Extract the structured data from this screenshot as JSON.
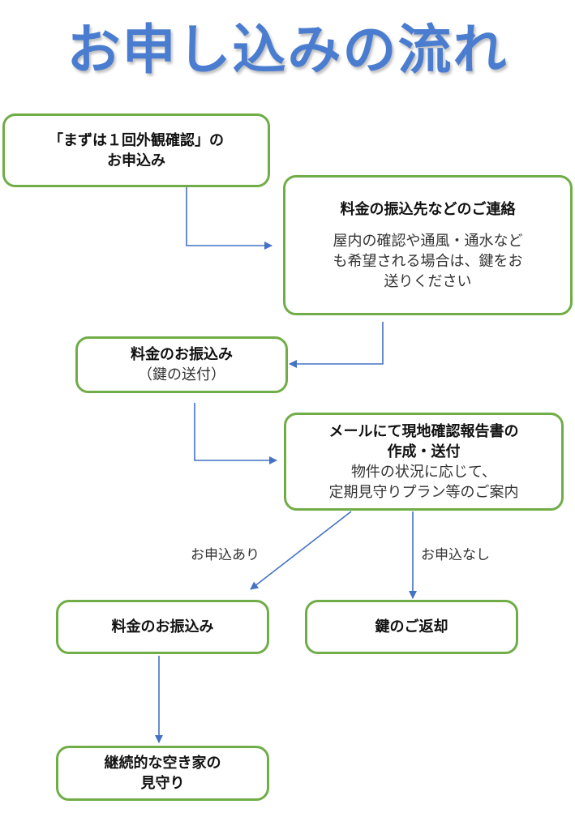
{
  "title": "お申し込みの流れ",
  "boxes": {
    "apply": {
      "line1": "「まずは１回外観確認」の",
      "line2": "お申込み"
    },
    "contact": {
      "heading": "料金の振込先などのご連絡",
      "note1": "屋内の確認や通風・通水など",
      "note2": "も希望される場合は、鍵をお",
      "note3": "送りください"
    },
    "payment": {
      "heading": "料金のお振込み",
      "sub": "（鍵の送付）"
    },
    "report": {
      "heading1": "メールにて現地確認報告書の",
      "heading2": "作成・送付",
      "note1": "物件の状況に応じて、",
      "note2": "定期見守りプラン等のご案内"
    },
    "pay_plan": {
      "heading": "料金のお振込み"
    },
    "return_key": {
      "heading": "鍵のご返却"
    },
    "monitor": {
      "line1": "継続的な空き家の",
      "line2": "見守り"
    }
  },
  "conditions": {
    "yes": "お申込あり",
    "no": "お申込なし"
  },
  "colors": {
    "title": "#4a7dd0",
    "box_border": "#70ad47",
    "arrow": "#4472c4"
  }
}
